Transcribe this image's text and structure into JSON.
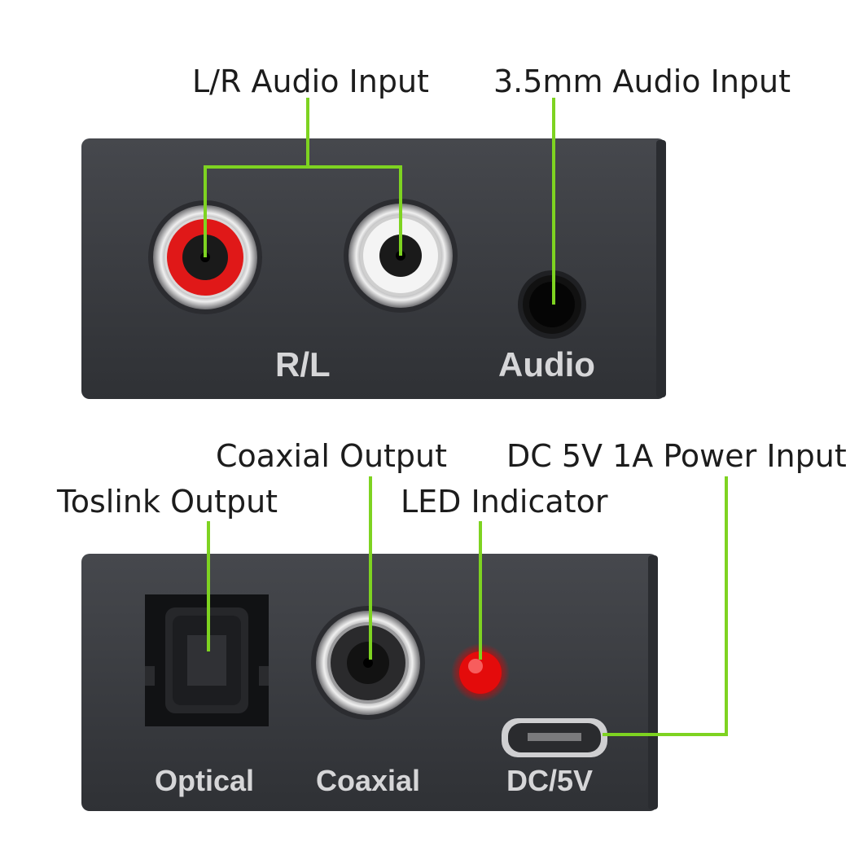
{
  "top_panel": {
    "callouts": {
      "lr_audio_input": "L/R Audio Input",
      "mm_audio_input": "3.5mm Audio Input"
    },
    "labels": {
      "rl": "R/L",
      "audio": "Audio"
    }
  },
  "bottom_panel": {
    "callouts": {
      "coaxial_output": "Coaxial Output",
      "dc_power_input": "DC 5V 1A Power Input",
      "toslink_output": "Toslink Output",
      "led_indicator": "LED Indicator"
    },
    "labels": {
      "optical": "Optical",
      "coaxial": "Coaxial",
      "dc5v": "DC/5V"
    }
  },
  "colors": {
    "leader_line": "#7ed321",
    "panel": "#3a3c41",
    "led": "#ff1a1a",
    "rca_red": "#e01818",
    "rca_white": "#f2f2f2"
  }
}
